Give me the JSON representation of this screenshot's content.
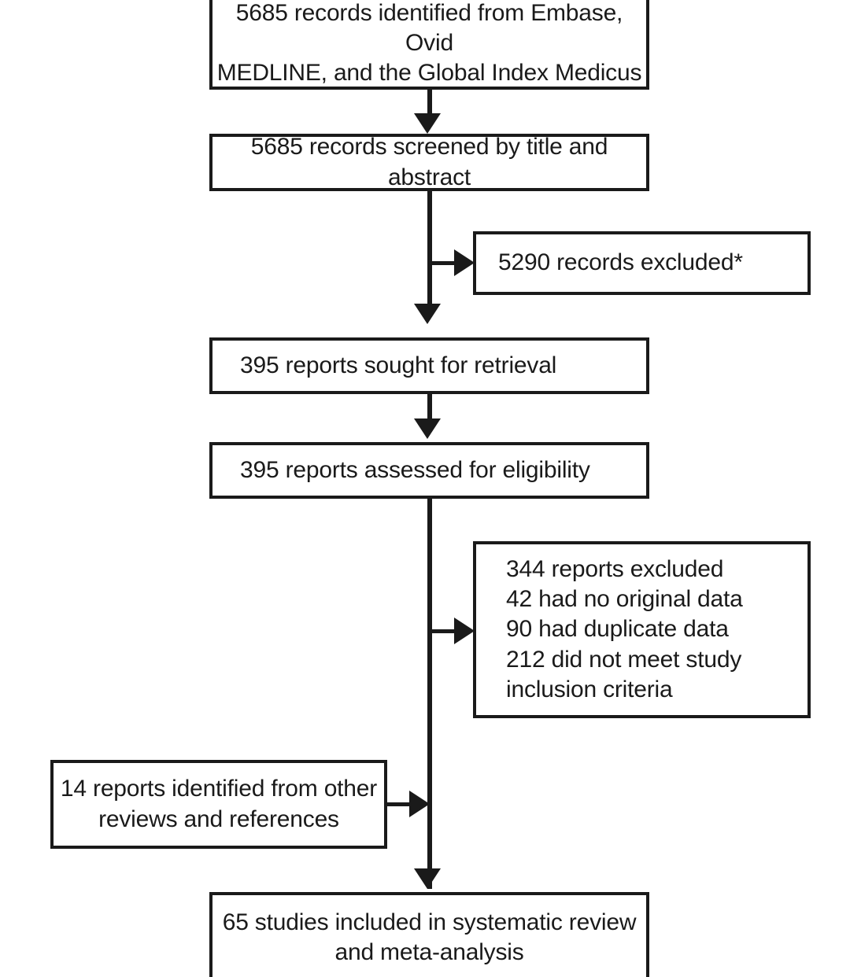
{
  "diagram": {
    "type": "prisma-flow-diagram",
    "title": "PRISMA study selection flow",
    "colors": {
      "stroke": "#1a1a1a",
      "text": "#1a1a1a",
      "background": "#ffffff"
    },
    "nodes": {
      "identified": {
        "name": "records-identified",
        "count": 5685,
        "text": "5685 records identified from Embase, Ovid\nMEDLINE, and the Global Index Medicus"
      },
      "screened": {
        "name": "records-screened",
        "count": 5685,
        "text": "5685 records screened by title and abstract"
      },
      "excluded_records": {
        "name": "records-excluded",
        "count": 5290,
        "text": "5290 records excluded*"
      },
      "sought": {
        "name": "reports-sought-for-retrieval",
        "count": 395,
        "text": "395 reports sought for retrieval"
      },
      "assessed": {
        "name": "reports-assessed-for-eligibility",
        "count": 395,
        "text": "395 reports assessed for eligibility"
      },
      "excluded_reports": {
        "name": "reports-excluded",
        "count": 344,
        "text": "344 reports excluded\n    42 had no original data\n    90 had duplicate data\n   212 did not meet study\n         inclusion criteria",
        "reasons": [
          {
            "count": 42,
            "reason": "had no original data"
          },
          {
            "count": 90,
            "reason": "had duplicate data"
          },
          {
            "count": 212,
            "reason": "did not meet study inclusion criteria"
          }
        ]
      },
      "other_sources": {
        "name": "reports-from-other-sources",
        "count": 14,
        "text": "14 reports identified from other\nreviews and references"
      },
      "included": {
        "name": "studies-included",
        "count": 65,
        "text": "65 studies included in systematic review\nand meta-analysis"
      }
    },
    "edges": [
      {
        "from": "identified",
        "to": "screened",
        "direction": "down"
      },
      {
        "from": "screened",
        "to": "excluded_records",
        "direction": "right"
      },
      {
        "from": "screened",
        "to": "sought",
        "direction": "down"
      },
      {
        "from": "sought",
        "to": "assessed",
        "direction": "down"
      },
      {
        "from": "assessed",
        "to": "excluded_reports",
        "direction": "right"
      },
      {
        "from": "other_sources",
        "to": "included",
        "direction": "right"
      },
      {
        "from": "assessed",
        "to": "included",
        "direction": "down"
      }
    ]
  }
}
